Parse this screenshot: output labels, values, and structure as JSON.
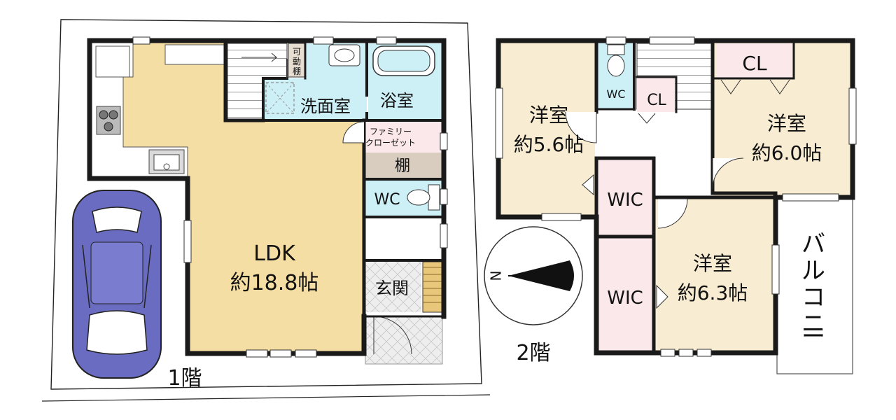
{
  "floor1": {
    "label": "1階",
    "rooms": {
      "ldk_name": "LDK",
      "ldk_size": "約18.8帖",
      "washroom": "洗面室",
      "bathroom": "浴室",
      "family_closet_line1": "ファミリー",
      "family_closet_line2": "クローゼット",
      "shelf": "棚",
      "wc": "WC",
      "entrance": "玄関",
      "movable_shelf": [
        "可",
        "動",
        "棚"
      ]
    }
  },
  "floor2": {
    "label": "2階",
    "rooms": {
      "west_room_name": "洋室",
      "west_room_size": "約5.6帖",
      "east_room_name": "洋室",
      "east_room_size": "約6.0帖",
      "south_room_name": "洋室",
      "south_room_size": "約6.3帖",
      "wc": "WC",
      "cl_small": "CL",
      "cl_large": "CL",
      "wic_upper": "WIC",
      "wic_lower": "WIC",
      "balcony": [
        "バ",
        "ル",
        "コ",
        "ニ",
        "ー"
      ]
    }
  },
  "compass": {
    "north": "N"
  },
  "colors": {
    "wall": "#1a1a1a",
    "ldk_floor": "#f5dea3",
    "room_floor": "#f8ecd2",
    "wet_area": "#cdeff6",
    "closet": "#fbe8ea",
    "storage": "#d8cdbf",
    "car": "#6a6cc2",
    "entrance_tile": "#e2e2e2"
  }
}
